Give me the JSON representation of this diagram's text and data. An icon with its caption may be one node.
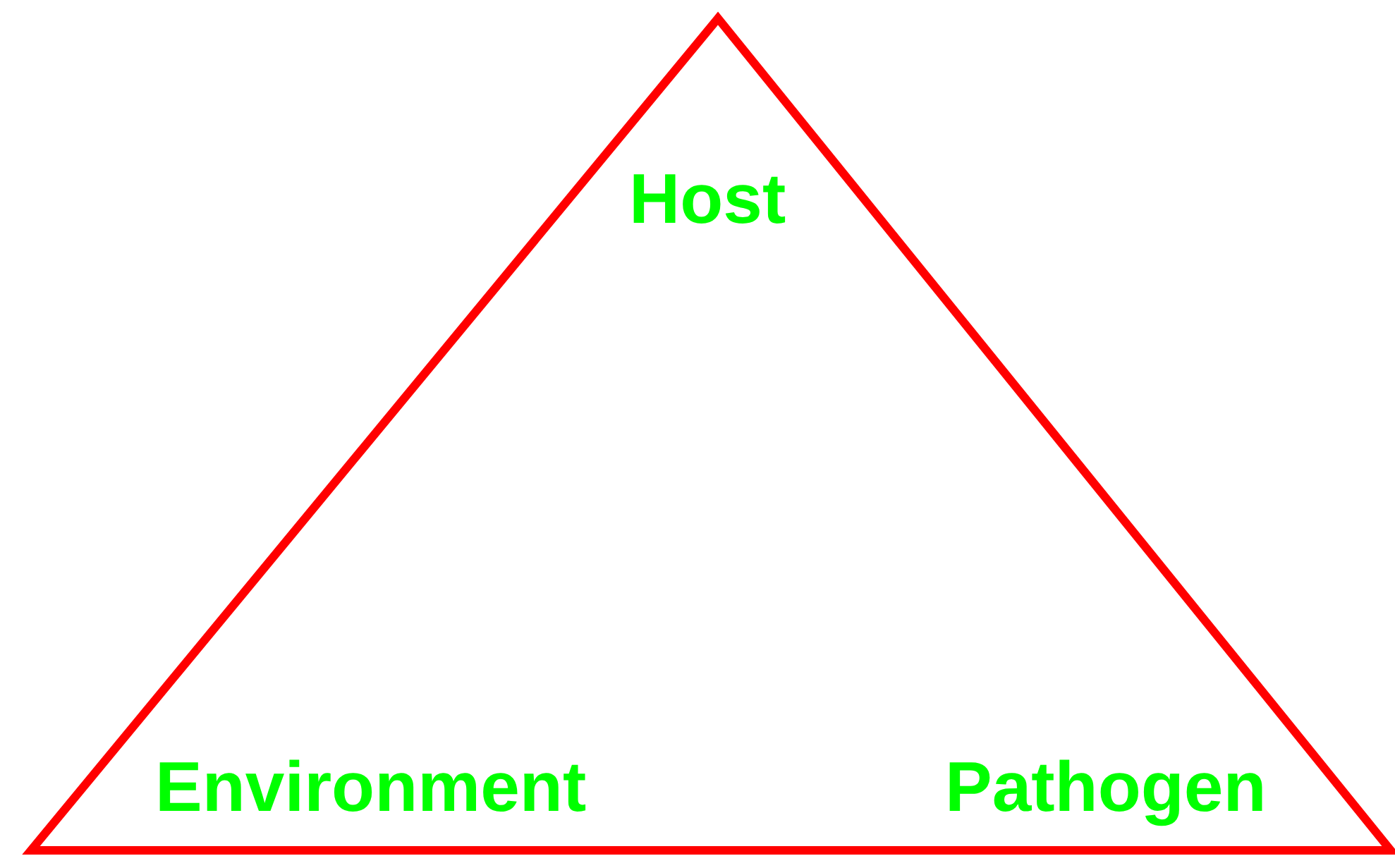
{
  "diagram": {
    "nodes": [
      {
        "text": [
          "Host",
          "Environment",
          "Pathogen"
        ]
      }
    ]
  }
}
